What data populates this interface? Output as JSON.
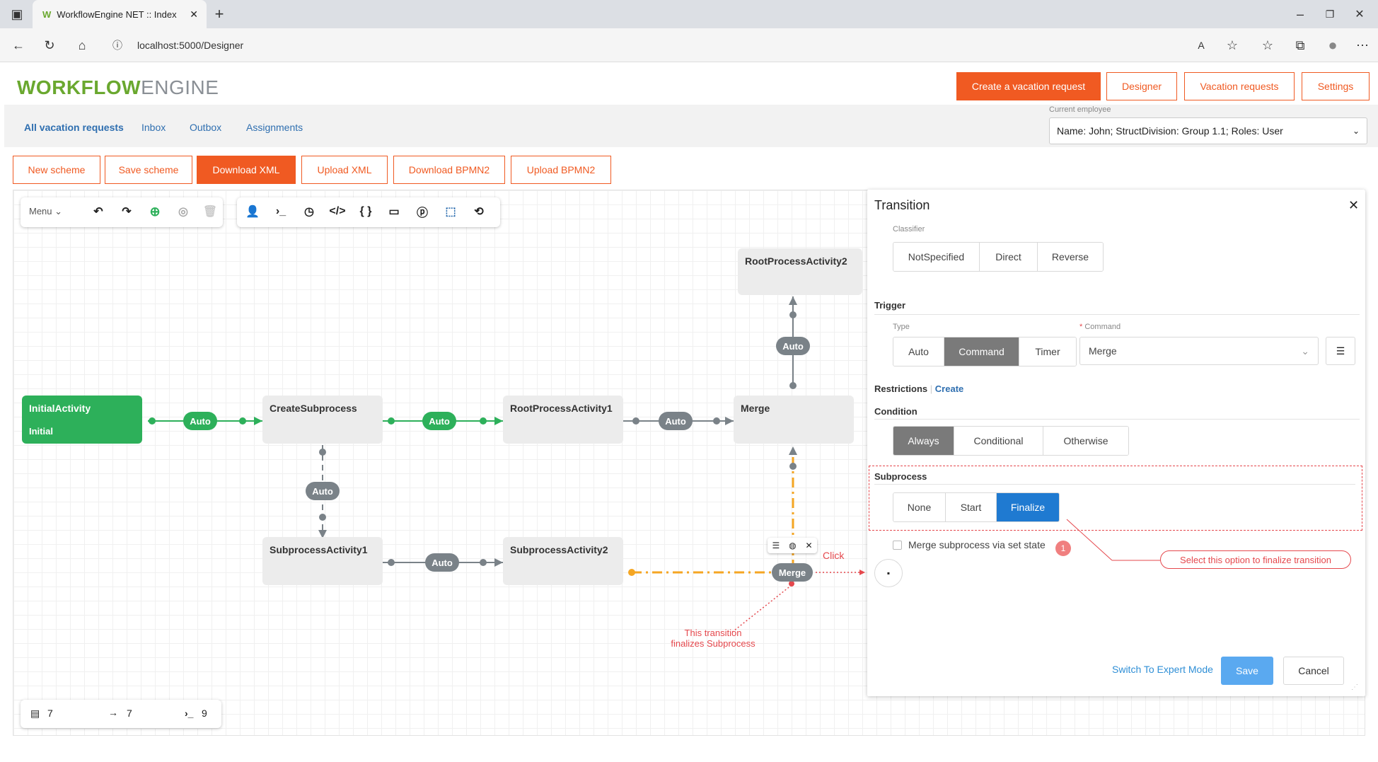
{
  "browser": {
    "tab_title": "WorkflowEngine NET :: Index",
    "url": "localhost:5000/Designer"
  },
  "app": {
    "logo_bold": "WORKFLOW",
    "logo_light": "ENGINE",
    "top_buttons": [
      "Create a vacation request",
      "Designer",
      "Vacation requests",
      "Settings"
    ],
    "nav_links": [
      "All vacation requests",
      "Inbox",
      "Outbox",
      "Assignments"
    ],
    "employee_label": "Current employee",
    "employee_value": "Name: John; StructDivision: Group 1.1; Roles: User",
    "scheme_buttons": [
      "New scheme",
      "Save scheme",
      "Download XML",
      "Upload XML",
      "Download BPMN2",
      "Upload BPMN2"
    ]
  },
  "designer": {
    "menu_label": "Menu",
    "nodes": {
      "initial": "InitialActivity",
      "initial_state": "Initial",
      "create_sub": "CreateSubprocess",
      "root1": "RootProcessActivity1",
      "merge": "Merge",
      "root2": "RootProcessActivity2",
      "sub1": "SubprocessActivity1",
      "sub2": "SubprocessActivity2"
    },
    "pill_auto": "Auto",
    "pill_merge": "Merge",
    "click_note": "Click",
    "annotation_line1": "This transition",
    "annotation_line2": "finalizes Subprocess",
    "stats": {
      "activities": "7",
      "transitions": "7",
      "commands": "9"
    }
  },
  "panel": {
    "title": "Transition",
    "classifier_label": "Classifier",
    "classifier_options": [
      "NotSpecified",
      "Direct",
      "Reverse"
    ],
    "trigger_label": "Trigger",
    "type_label": "Type",
    "type_options": [
      "Auto",
      "Command",
      "Timer"
    ],
    "command_label": "Command",
    "command_required": "*",
    "command_value": "Merge",
    "restrictions_label": "Restrictions",
    "restrictions_link": "Create",
    "condition_label": "Condition",
    "condition_options": [
      "Always",
      "Conditional",
      "Otherwise"
    ],
    "subprocess_label": "Subprocess",
    "subprocess_options": [
      "None",
      "Start",
      "Finalize"
    ],
    "merge_checkbox_label": "Merge subprocess via set state",
    "badge_number": "1",
    "tooltip_text": "Select this option to finalize transition",
    "expert_mode": "Switch To Expert Mode",
    "save": "Save",
    "cancel": "Cancel"
  },
  "colors": {
    "brand_orange": "#f05a22",
    "active_green": "#2db05a",
    "annotation_red": "#e5484d",
    "link_blue": "#2f6fb0",
    "select_blue": "#1f7ad1",
    "dashed_orange": "#f5a623"
  }
}
